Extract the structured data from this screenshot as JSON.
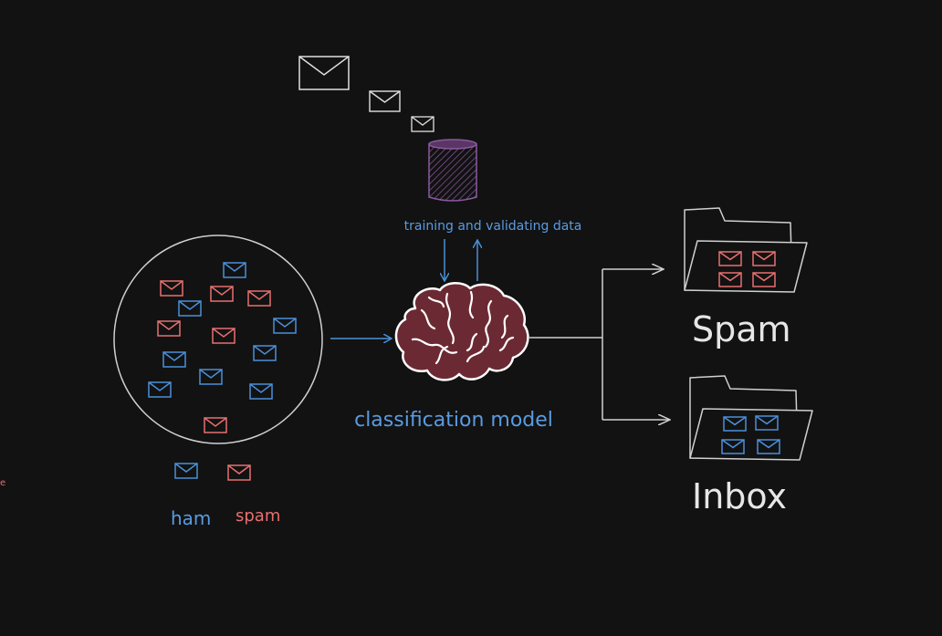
{
  "labels": {
    "training": "training and validating data",
    "model": "classification model",
    "spam_folder": "Spam",
    "inbox_folder": "Inbox",
    "legend_ham": "ham",
    "legend_spam": "spam"
  },
  "colors": {
    "background": "#121212",
    "ham": "#4a90d9",
    "spam": "#e8706f",
    "stroke": "#d0d0d0",
    "brain_fill": "#6b2a33",
    "database_fill": "#5a3566",
    "database_stroke": "#8a5aa0",
    "label_blue": "#5a9be0",
    "label_white": "#e6e6e6"
  },
  "icons": {
    "envelope": "envelope-icon",
    "brain": "brain-icon",
    "database": "database-icon",
    "folder": "folder-icon"
  },
  "dataset_emails": [
    {
      "class": "ham"
    },
    {
      "class": "spam"
    },
    {
      "class": "spam"
    },
    {
      "class": "spam"
    },
    {
      "class": "ham"
    },
    {
      "class": "spam"
    },
    {
      "class": "spam"
    },
    {
      "class": "ham"
    },
    {
      "class": "ham"
    },
    {
      "class": "ham"
    },
    {
      "class": "ham"
    },
    {
      "class": "ham"
    },
    {
      "class": "ham"
    },
    {
      "class": "spam"
    }
  ],
  "spam_folder_emails": [
    "spam",
    "spam",
    "spam",
    "spam"
  ],
  "inbox_folder_emails": [
    "ham",
    "ham",
    "ham",
    "ham"
  ]
}
